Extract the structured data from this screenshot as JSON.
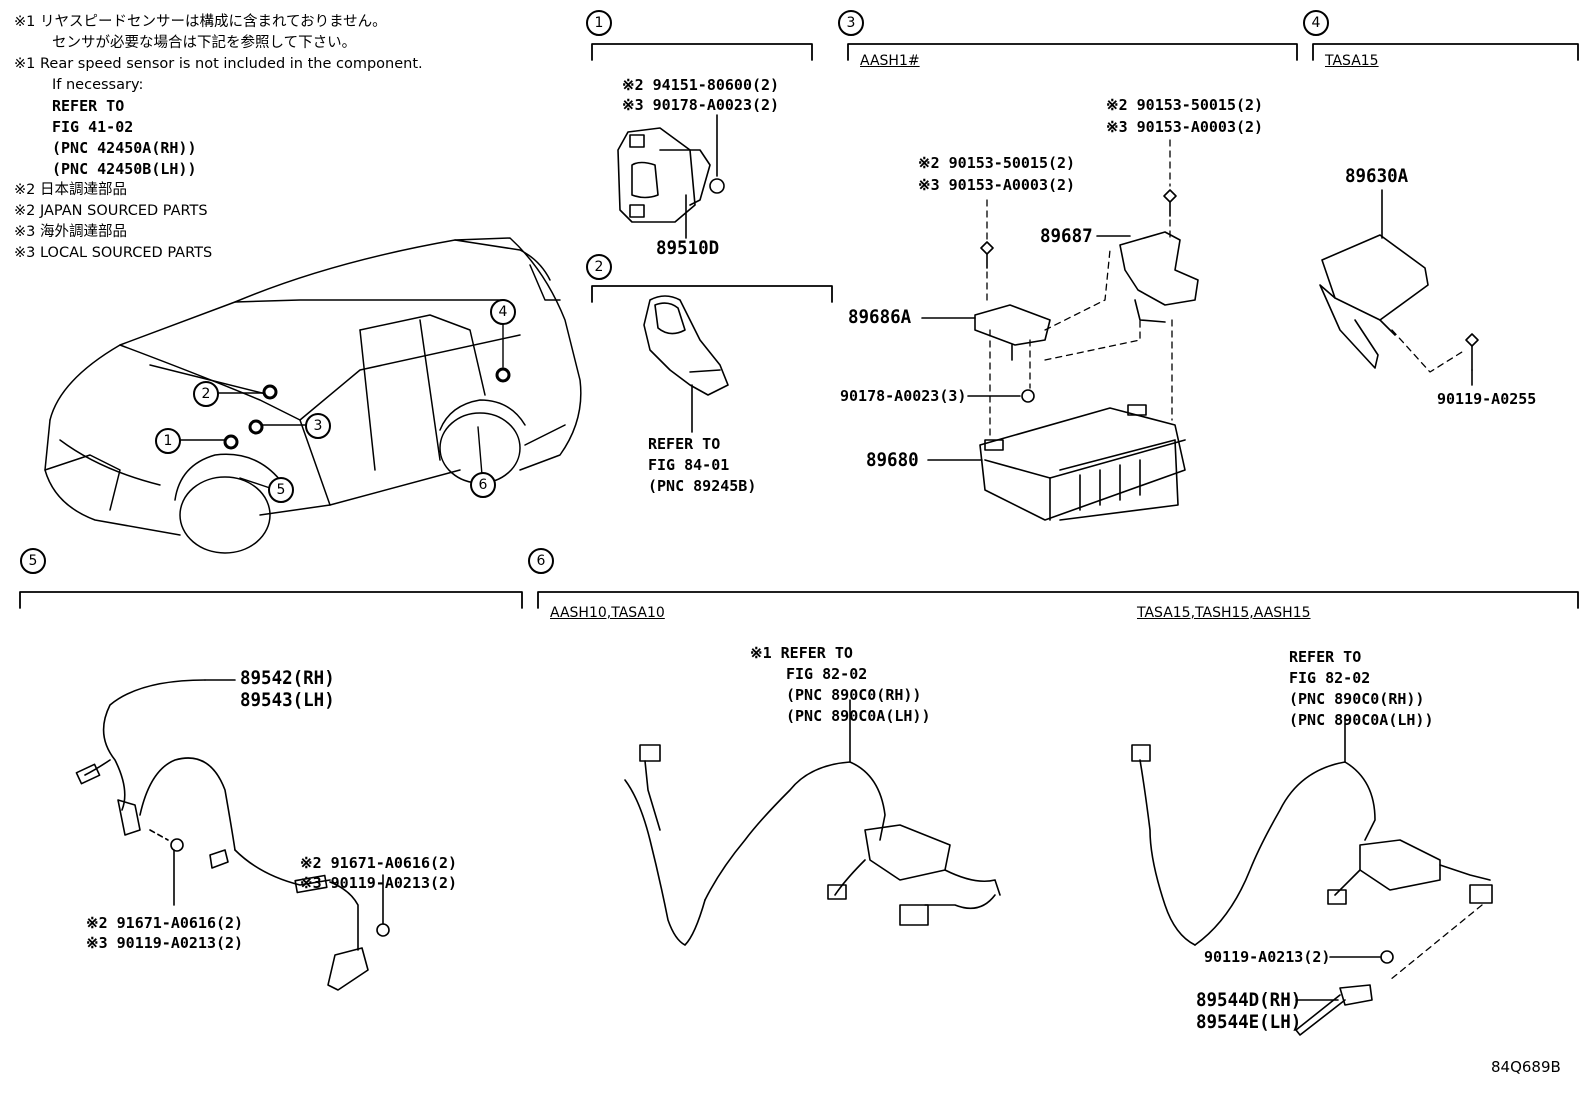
{
  "notes": {
    "n1_jp_a": "※1 リヤスピードセンサーは構成に含まれておりません。",
    "n1_jp_b": "センサが必要な場合は下記を参照して下さい。",
    "n1_en_a": "※1 Rear speed sensor is not included in the component.",
    "n1_en_b": "If necessary:",
    "refer_to": "REFER TO",
    "fig": "FIG 41-02",
    "pnc_rh": "(PNC 42450A(RH))",
    "pnc_lh": "(PNC 42450B(LH))",
    "n2_jp": "※2 日本調達部品",
    "n2_en": "※2 JAPAN SOURCED PARTS",
    "n3_jp": "※3 海外調達部品",
    "n3_en": "※3 LOCAL SOURCED PARTS"
  },
  "callouts": [
    "1",
    "2",
    "3",
    "4",
    "5",
    "6"
  ],
  "section1": {
    "p_a": "※2 94151-80600(2)",
    "p_b": "※3 90178-A0023(2)",
    "part": "89510D"
  },
  "section2": {
    "refer": "REFER TO",
    "fig": "FIG 84-01",
    "pnc": "(PNC 89245B)"
  },
  "section3": {
    "model": "AASH1#",
    "top_a": "※2 90153-50015(2)",
    "top_b": "※3 90153-A0003(2)",
    "mid_a": "※2 90153-50015(2)",
    "mid_b": "※3 90153-A0003(2)",
    "bracket_r": "89687",
    "bracket_l": "89686A",
    "nut": "90178-A0023(3)",
    "ecu": "89680"
  },
  "section4": {
    "model": "TASA15",
    "part": "89630A",
    "bolt": "90119-A0255"
  },
  "section5": {
    "part_rh": "89542(RH)",
    "part_lh": "89543(LH)",
    "r_a": "※2 91671-A0616(2)",
    "r_b": "※3 90119-A0213(2)",
    "l_a": "※2 91671-A0616(2)",
    "l_b": "※3 90119-A0213(2)"
  },
  "section6": {
    "model_left": "AASH10,TASA10",
    "model_right": "TASA15,TASH15,AASH15",
    "left_refer": "※1 REFER TO",
    "left_fig": "FIG 82-02",
    "left_pnc_rh": "(PNC 890C0(RH))",
    "left_pnc_lh": "(PNC 890C0A(LH))",
    "right_refer": "REFER TO",
    "right_fig": "FIG 82-02",
    "right_pnc_rh": "(PNC 890C0(RH))",
    "right_pnc_lh": "(PNC 890C0A(LH))",
    "bolt": "90119-A0213(2)",
    "sensor_rh": "89544D(RH)",
    "sensor_lh": "89544E(LH)"
  },
  "figure_code": "84Q689B"
}
